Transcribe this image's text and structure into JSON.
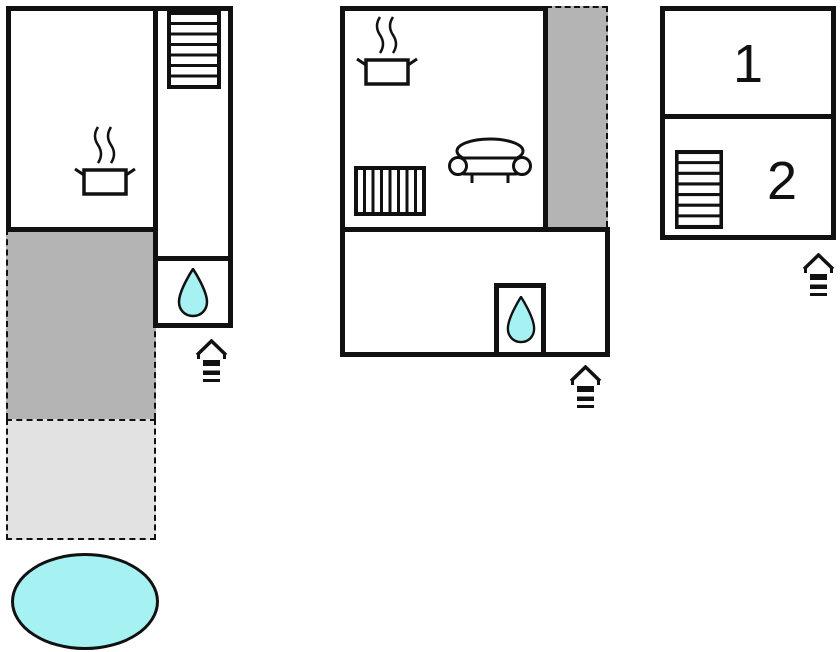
{
  "floorplan": {
    "right_building": {
      "room1_label": "1",
      "room2_label": "2"
    },
    "colors": {
      "wall": "#111111",
      "covered_terrace": "#b4b4b4",
      "open_terrace": "#e2e2e2",
      "water": "#a6f1f1"
    },
    "icons": {
      "stove": "stove-icon",
      "stairs": "stairs-icon",
      "radiator": "radiator-icon",
      "sofa": "sofa-icon",
      "water_drop": "water-drop-icon",
      "entrance": "entrance-icon",
      "pool": "pool"
    }
  }
}
